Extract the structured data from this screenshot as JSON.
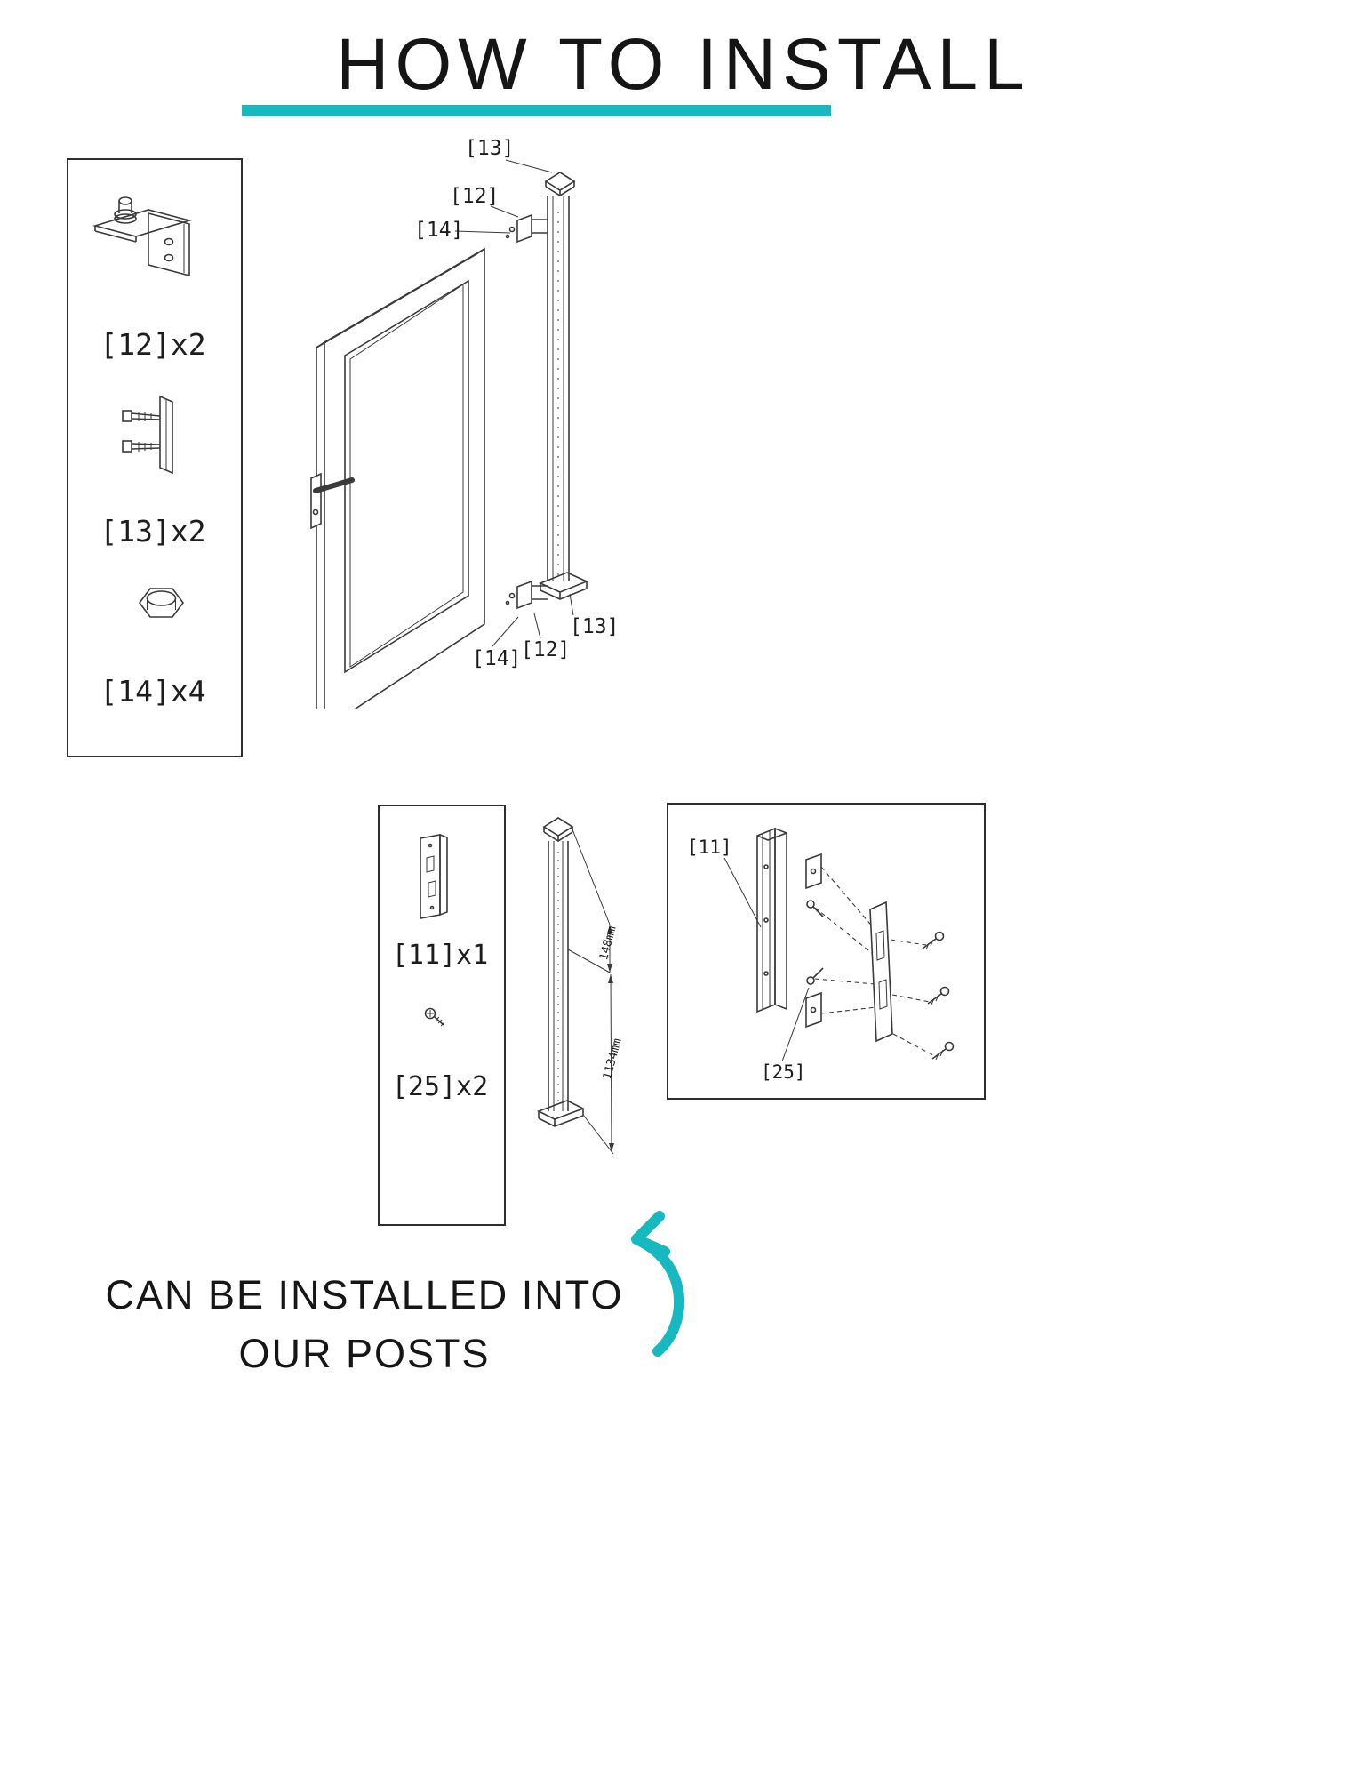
{
  "title": "HOW TO INSTALL",
  "colors": {
    "accent": "#17b8c0",
    "line": "#3a3a3a"
  },
  "hardware_box": {
    "items": [
      {
        "part": "wall-bracket",
        "label": "[12]x2"
      },
      {
        "part": "hinge",
        "label": "[13]x2"
      },
      {
        "part": "cap-nut",
        "label": "[14]x4"
      }
    ]
  },
  "gate_callouts": {
    "top": [
      "[13]",
      "[12]",
      "[14]"
    ],
    "bottom": [
      "[14]",
      "[12]",
      "[13]"
    ]
  },
  "latch_box": {
    "item_keep": "[11]x1",
    "item_screws": "[25]x2"
  },
  "post_dimensions": {
    "upper": "148mm",
    "lower": "1134mm"
  },
  "keep_assembly_box": {
    "callout_keep": "[11]",
    "callout_screw": "[25]"
  },
  "caption": {
    "line1": "CAN BE INSTALLED INTO",
    "line2": "OUR POSTS"
  }
}
